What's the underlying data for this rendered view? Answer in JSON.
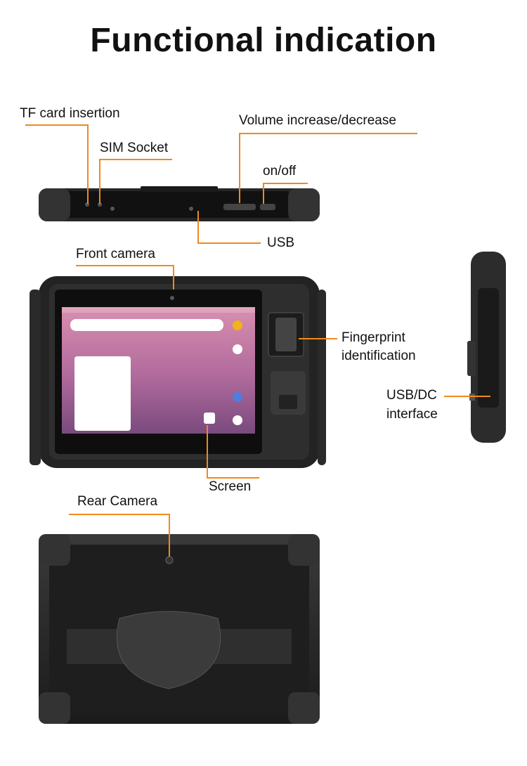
{
  "title": "Functional indication",
  "labels": {
    "tf_card": "TF card insertion",
    "sim": "SIM Socket",
    "volume": "Volume increase/decrease",
    "power": "on/off",
    "usb": "USB",
    "front_camera": "Front camera",
    "fingerprint_line1": "Fingerprint",
    "fingerprint_line2": "identification",
    "usb_dc_line1": "USB/DC",
    "usb_dc_line2": "interface",
    "screen": "Screen",
    "rear_camera": "Rear Camera"
  },
  "colors": {
    "accent": "#f08a1c",
    "device": "#2b2b2b",
    "device_dark": "#151515"
  }
}
